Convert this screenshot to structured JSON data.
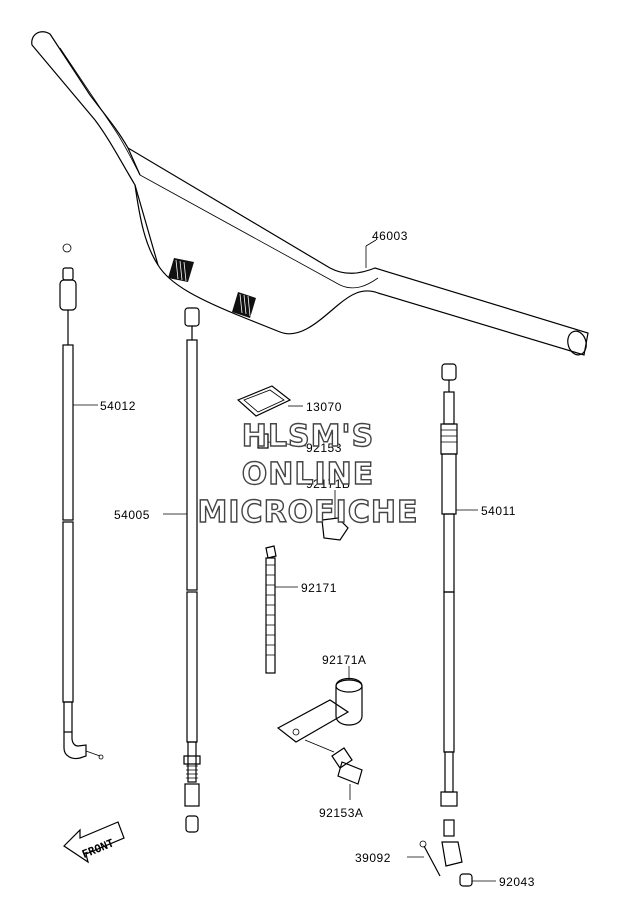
{
  "parts": {
    "p46003": "46003",
    "p54012": "54012",
    "p13070": "13070",
    "p92153": "92153",
    "p92171B": "92171B",
    "p54005": "54005",
    "p54011": "54011",
    "p92171": "92171",
    "p92171A": "92171A",
    "p92153A": "92153A",
    "p39092": "39092",
    "p92043": "92043"
  },
  "watermark": {
    "line1": "HLSM'S",
    "line2": "ONLINE",
    "line3": "MICROFICHE"
  },
  "front_arrow": {
    "label": "FRONT"
  }
}
